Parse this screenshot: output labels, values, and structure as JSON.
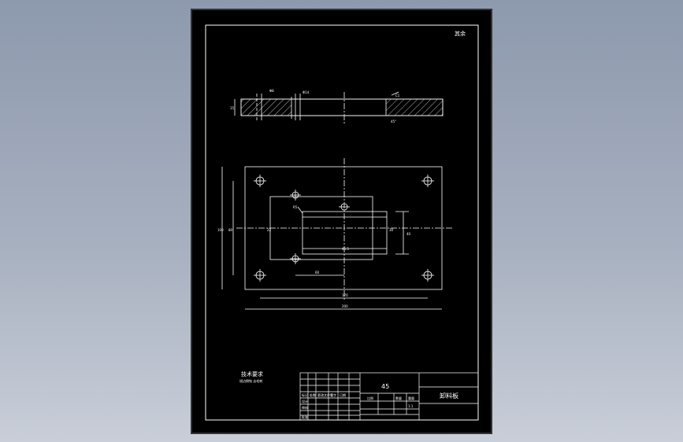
{
  "drawing": {
    "corner_note": "其余",
    "section": {
      "label_thickness": "15",
      "label_hole": "Φ8",
      "label_counterbore": "Φ14",
      "label_chamfer": "C1",
      "label_edge": "45°"
    },
    "plan": {
      "dim_width": "200",
      "dim_height": "100",
      "dim_hole_pitch_x": "170",
      "dim_hole_pitch_y": "80",
      "dim_slot_height": "40",
      "dim_slot_offset": "60",
      "dim_inner_left": "22",
      "dim_slot_width": "45.5",
      "dim_slot_depth": "30",
      "dim_slot_x": "R5"
    },
    "tech_req": {
      "title": "技术要求",
      "line1": "锐边倒钝 去毛刺"
    },
    "title_block": {
      "material": "45",
      "part_name": "卸料板",
      "scale_label": "比例",
      "qty_label": "数量",
      "weight_label": "重量",
      "scale_value": "1:1",
      "row_design": "设计",
      "row_check": "审核",
      "row_approve": "批准",
      "row_mark": "标记",
      "row_count": "处数",
      "row_change": "更改文件号",
      "row_sign": "签字",
      "row_date": "日期"
    }
  }
}
